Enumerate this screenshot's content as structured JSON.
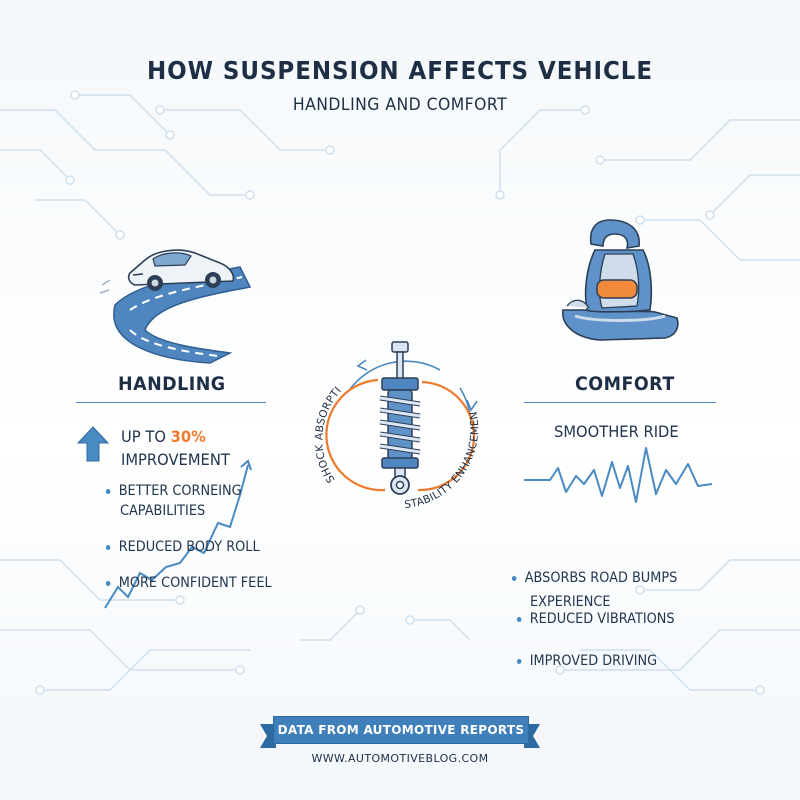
{
  "header": {
    "title": "HOW SUSPENSION AFFECTS VEHICLE",
    "subtitle": "HANDLING AND COMFORT"
  },
  "handling": {
    "heading": "HANDLING",
    "stat_prefix": "UP TO",
    "stat_value": "30%",
    "stat_suffix": "IMPROVEMENT",
    "bullets": [
      "BETTER CORNEING",
      "CAPABILITIES",
      "REDUCED BODY ROLL",
      "MORE CONFIDENT FEEL"
    ],
    "icon": "car-on-curved-road-icon"
  },
  "center": {
    "left_label": "SHOCK ABSORPTION",
    "right_label": "STABILITY ENHANCEMENT",
    "icon": "shock-absorber-icon"
  },
  "comfort": {
    "heading": "COMFORT",
    "subheading": "SMOOTHER RIDE",
    "bullets": [
      "ABSORBS ROAD BUMPS",
      "REDUCED VIBRATIONS",
      "IMPROVED DRIVING",
      "EXPERIENCE"
    ],
    "icon": "car-seat-icon"
  },
  "footer": {
    "banner": "DATA FROM AUTOMOTIVE REPORTS",
    "source": "WWW.AUTOMOTIVEBLOG.COM"
  },
  "colors": {
    "primary": "#3f7fba",
    "accent": "#ee7a2e",
    "text": "#1d2e45"
  }
}
